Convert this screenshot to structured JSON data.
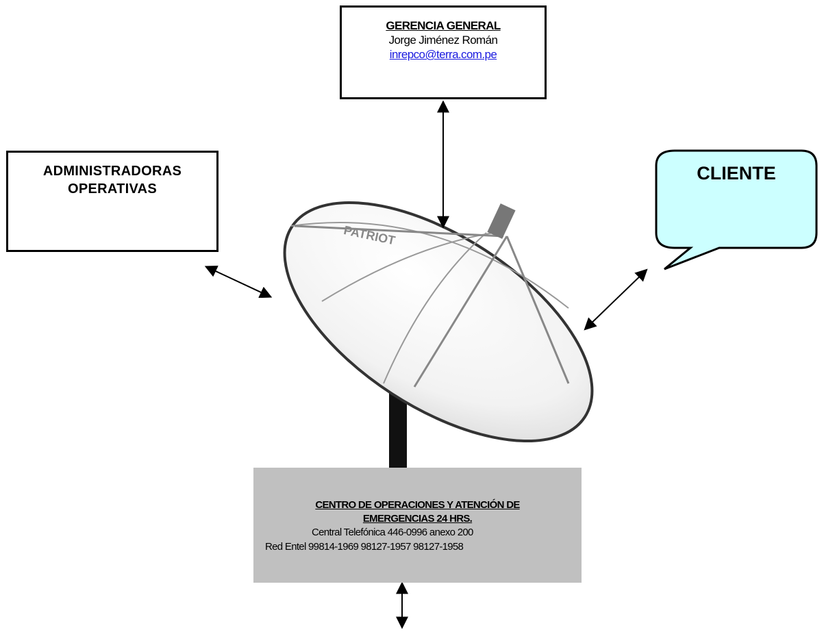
{
  "gerencia": {
    "title": "GERENCIA GENERAL",
    "name": "Jorge Jiménez Román",
    "email": "inrepco@terra.com.pe"
  },
  "administradoras": {
    "line1": "ADMINISTRADORAS",
    "line2": "OPERATIVAS"
  },
  "cliente": {
    "label": "CLIENTE"
  },
  "centro": {
    "title_line1": "CENTRO DE OPERACIONES Y ATENCIÓN DE",
    "title_line2": "EMERGENCIAS 24 HRS.",
    "central": "Central Telefónica 446-0996  anexo 200",
    "red_entel": "Red Entel 99814-1969  98127-1957  98127-1958"
  },
  "dish": {
    "brand": "PATRIOT"
  },
  "colors": {
    "cliente_fill": "#ccffff",
    "centro_fill": "#c0c0c0",
    "link": "#1a1adf"
  }
}
